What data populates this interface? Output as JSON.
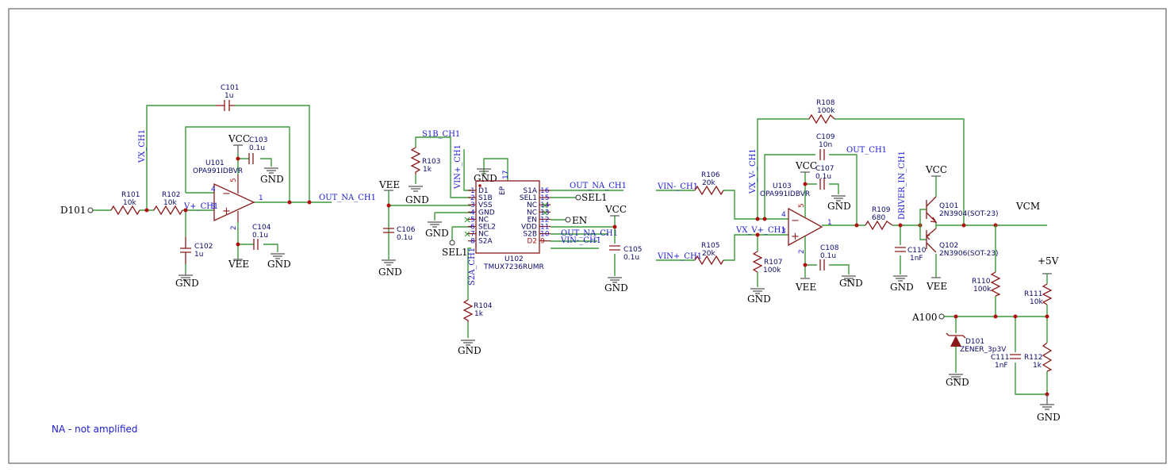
{
  "note": "NA - not amplified",
  "colors": {
    "wire": "#3c9a3c",
    "body": "#8b1a1a",
    "net": "#1a1ad0",
    "frame": "#555555"
  },
  "power": {
    "gnd": "GND",
    "vcc": "VCC",
    "vee": "VEE",
    "p5v": "+5V",
    "vcm": "VCM"
  },
  "ports": {
    "d101": "D101",
    "a100": "A100",
    "sel1": "SEL1",
    "en": "EN"
  },
  "nets": {
    "vx_ch1": "VX_CH1",
    "vplus_ch1": "V+_CH1",
    "out_na_ch1": "OUT_NA_CH1",
    "s1b_ch1": "S1B_CH1",
    "vin_plus_ch1": "VIN+_CH1",
    "s2a_ch1": "S2A_CH1",
    "vin_minus_ch1": "VIN-_CH1",
    "vx_vminus_ch1": "VX_V-_CH1",
    "vx_vplus_ch1": "VX_V+_CH1",
    "out_ch1": "OUT_CH1",
    "driver_in_ch1": "DRIVER_IN_CH1"
  },
  "parts": {
    "r101": [
      "R101",
      "10k"
    ],
    "r102": [
      "R102",
      "10k"
    ],
    "r103": [
      "R103",
      "1k"
    ],
    "r104": [
      "R104",
      "1k"
    ],
    "r105": [
      "R105",
      "20k"
    ],
    "r106": [
      "R106",
      "20k"
    ],
    "r107": [
      "R107",
      "100k"
    ],
    "r108": [
      "R108",
      "100k"
    ],
    "r109": [
      "R109",
      "680"
    ],
    "r110": [
      "R110",
      "100k"
    ],
    "r111": [
      "R111",
      "10k"
    ],
    "r112": [
      "R112",
      "1k"
    ],
    "c101": [
      "C101",
      "1u"
    ],
    "c102": [
      "C102",
      "1u"
    ],
    "c103": [
      "C103",
      "0.1u"
    ],
    "c104": [
      "C104",
      "0.1u"
    ],
    "c105": [
      "C105",
      "0.1u"
    ],
    "c106": [
      "C106",
      "0.1u"
    ],
    "c107": [
      "C107",
      "0.1u"
    ],
    "c108": [
      "C108",
      "0.1u"
    ],
    "c109": [
      "C109",
      "10n"
    ],
    "c110": [
      "C110",
      "1nF"
    ],
    "c111": [
      "C111",
      "1nF"
    ],
    "u101": [
      "U101",
      "OPA991IDBVR"
    ],
    "u103": [
      "U103",
      "OPA991IDBVR"
    ],
    "u102": [
      "U102",
      "TMUX7236RUMR"
    ],
    "q101": [
      "Q101",
      "2N3904(SOT-23)"
    ],
    "q102": [
      "Q102",
      "2N3906(SOT-23)"
    ],
    "d101": [
      "D101",
      "ZENER_3p3V"
    ]
  },
  "pin_numbers": {
    "u101": {
      "inv": "4",
      "noninv": "3",
      "out": "1",
      "vplus": "5",
      "vminus": "2"
    },
    "u103": {
      "inv": "4",
      "noninv": "3",
      "out": "1",
      "vplus": "5",
      "vminus": "2"
    }
  },
  "mux": {
    "left": [
      {
        "n": "1",
        "name": "D1"
      },
      {
        "n": "2",
        "name": "S1B"
      },
      {
        "n": "3",
        "name": "VSS"
      },
      {
        "n": "4",
        "name": "GND"
      },
      {
        "n": "5",
        "name": "NC"
      },
      {
        "n": "6",
        "name": "SEL2"
      },
      {
        "n": "7",
        "name": "NC"
      },
      {
        "n": "8",
        "name": "S2A"
      }
    ],
    "right": [
      {
        "n": "16",
        "name": "S1A"
      },
      {
        "n": "15",
        "name": "SEL1"
      },
      {
        "n": "14",
        "name": "NC"
      },
      {
        "n": "13",
        "name": "NC"
      },
      {
        "n": "12",
        "name": "EN"
      },
      {
        "n": "11",
        "name": "VDD"
      },
      {
        "n": "10",
        "name": "S2B"
      },
      {
        "n": "9",
        "name": "D2"
      }
    ],
    "ep": "EP",
    "ep_n": "17"
  }
}
